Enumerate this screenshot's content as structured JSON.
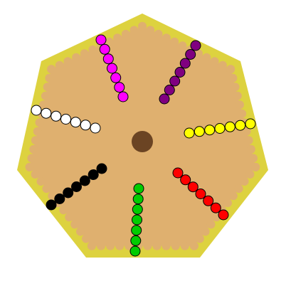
{
  "board": {
    "sides": 7,
    "colors": {
      "frame": "#ddd23f",
      "felt": "#dfb06f",
      "hub": "#6b4423",
      "marble_outline": "#000000"
    }
  },
  "marble_sets": [
    {
      "color_name": "magenta",
      "fill": "#ff00ff",
      "count": 7
    },
    {
      "color_name": "purple",
      "fill": "#800080",
      "count": 7
    },
    {
      "color_name": "yellow",
      "fill": "#ffff00",
      "count": 7
    },
    {
      "color_name": "red",
      "fill": "#ff0000",
      "count": 7
    },
    {
      "color_name": "green",
      "fill": "#00cc00",
      "count": 7
    },
    {
      "color_name": "black",
      "fill": "#000000",
      "count": 7
    },
    {
      "color_name": "white",
      "fill": "#ffffff",
      "count": 7
    }
  ]
}
